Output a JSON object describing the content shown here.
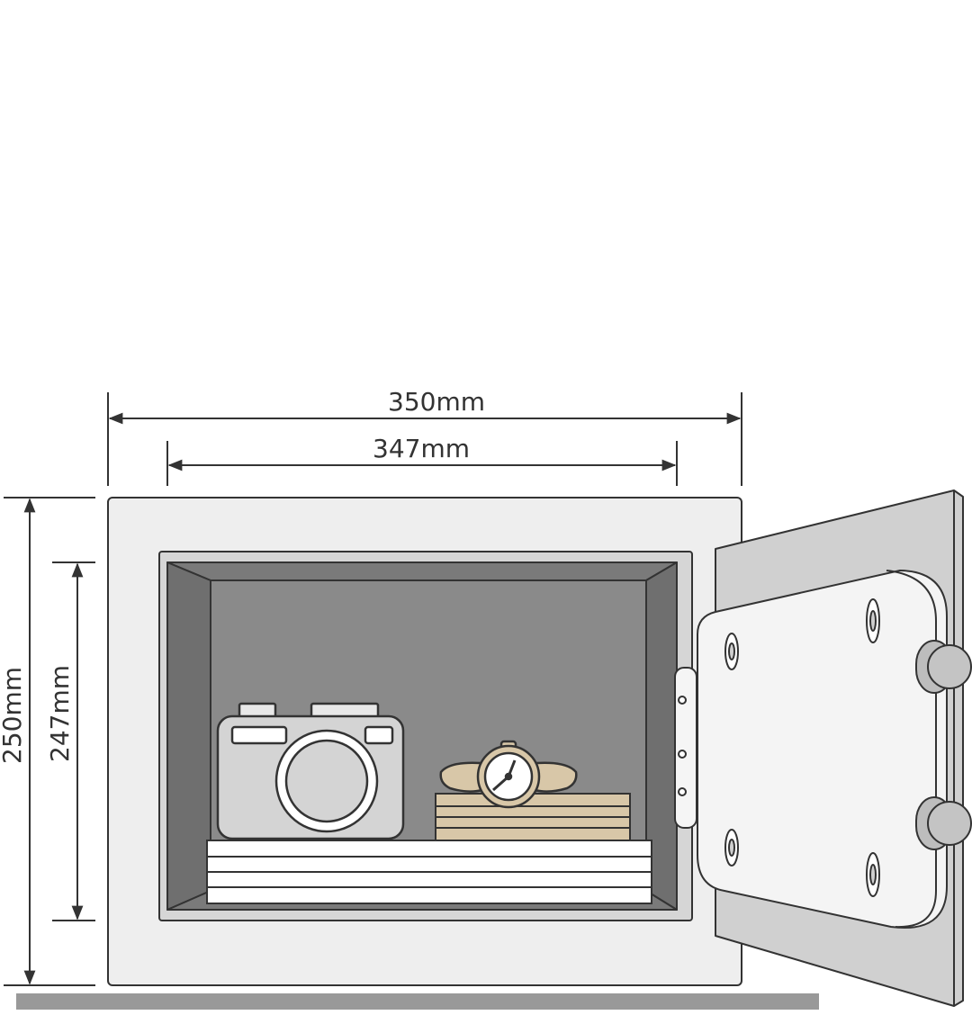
{
  "dimensions": {
    "outer_width": "350mm",
    "inner_width": "347mm",
    "outer_height": "250mm",
    "inner_height": "247mm"
  },
  "colors": {
    "line": "#333333",
    "safe_body": "#eeeeee",
    "interior": "#8a8a8a",
    "door": "#d0d0d0",
    "door_panel": "#f2f2f2",
    "accent_beige": "#d8c7a8",
    "floor": "#999999"
  },
  "icons": [
    "camera-icon",
    "wristwatch-icon",
    "hinge",
    "locking-bolt"
  ]
}
